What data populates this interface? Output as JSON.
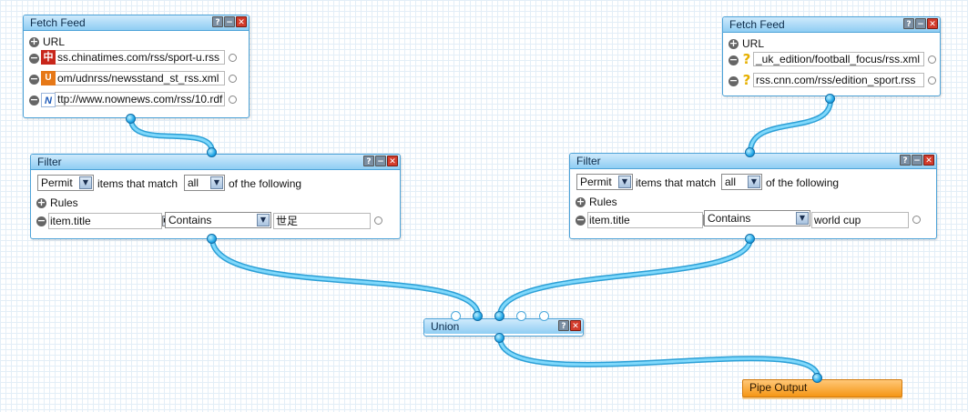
{
  "colors": {
    "wire": "#4fc4f2",
    "titlebar": "#9fd5f6",
    "output": "#f59615",
    "close": "#d23b2b"
  },
  "title_buttons": {
    "help": "?",
    "minimize": "−",
    "close": "✕"
  },
  "fetch_left": {
    "title": "Fetch Feed",
    "url_label": "URL",
    "urls": [
      {
        "value": "ss.chinatimes.com/rss/sport-u.rss",
        "favicon": "中",
        "icon": "chinatimes-favicon-icon"
      },
      {
        "value": "om/udnrss/newsstand_st_rss.xml",
        "favicon": "U",
        "icon": "udn-favicon-icon"
      },
      {
        "value": "ttp://www.nownews.com/rss/10.rdf",
        "favicon": "N",
        "icon": "nownews-favicon-icon"
      }
    ]
  },
  "fetch_right": {
    "title": "Fetch Feed",
    "url_label": "URL",
    "urls": [
      {
        "value": "_uk_edition/football_focus/rss.xml",
        "favicon": "?",
        "icon": "unknown-favicon-icon"
      },
      {
        "value": "rss.cnn.com/rss/edition_sport.rss",
        "favicon": "?",
        "icon": "unknown-favicon-icon"
      }
    ]
  },
  "filter_left": {
    "title": "Filter",
    "mode": "Permit",
    "items_that_match": "items that match",
    "match": "all",
    "of_the_following": "of the following",
    "rules_label": "Rules",
    "rule": {
      "field": "item.title",
      "operator": "Contains",
      "value": "世足"
    }
  },
  "filter_right": {
    "title": "Filter",
    "mode": "Permit",
    "items_that_match": "items that match",
    "match": "all",
    "of_the_following": "of the following",
    "rules_label": "Rules",
    "rule": {
      "field": "item.title",
      "operator": "Contains",
      "value": "world cup"
    }
  },
  "union": {
    "title": "Union"
  },
  "output": {
    "title": "Pipe Output"
  }
}
